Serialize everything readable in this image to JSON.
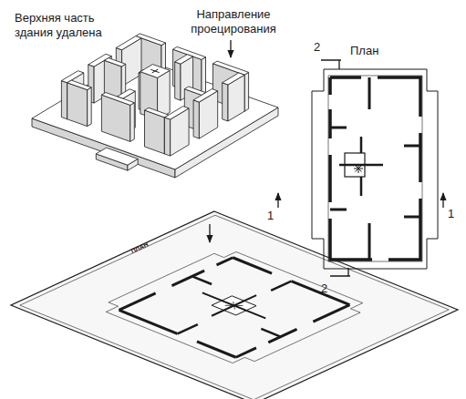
{
  "diagram": {
    "labels": [
      "Верхняя часть здания удалена",
      "Направление проецирования",
      "План",
      "2",
      "1",
      "1",
      "2",
      "ПЛАН"
    ]
  }
}
